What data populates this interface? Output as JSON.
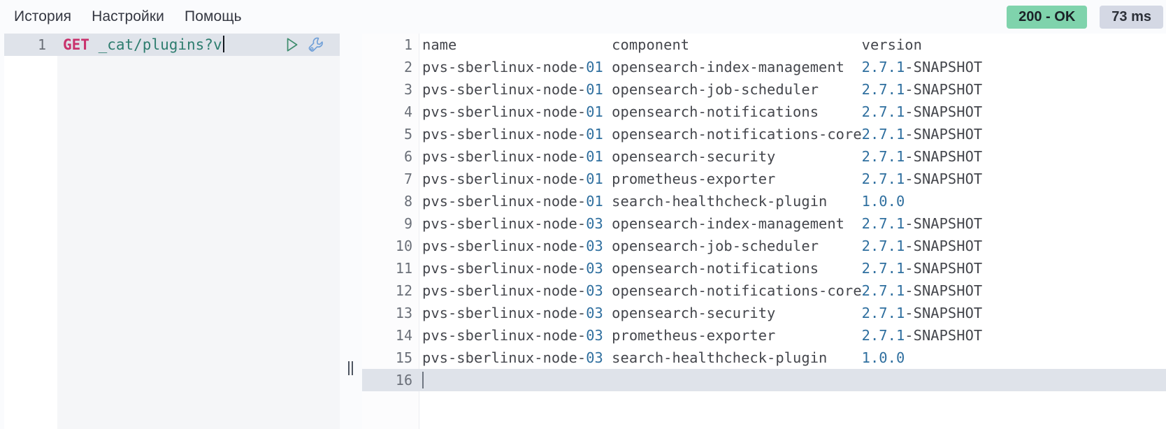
{
  "menu": {
    "items": [
      {
        "label": "История",
        "name": "menu-history"
      },
      {
        "label": "Настройки",
        "name": "menu-settings"
      },
      {
        "label": "Помощь",
        "name": "menu-help"
      }
    ]
  },
  "status": {
    "response_code": "200 - OK",
    "duration": "73 ms",
    "ok_color": "#7fd3ac",
    "time_color": "#d4d8e4"
  },
  "request_editor": {
    "line_number": "1",
    "method": "GET",
    "path": " _cat/plugins?v",
    "icons": {
      "play": "play-icon",
      "wrench": "wrench-icon"
    }
  },
  "response": {
    "columns": [
      "name",
      "component",
      "version"
    ],
    "rows": [
      {
        "n": "1",
        "name": "name",
        "component": "component",
        "version": "version"
      },
      {
        "n": "2",
        "name": "pvs-sberlinux-node-01",
        "component": "opensearch-index-management",
        "version": "2.7.1-SNAPSHOT"
      },
      {
        "n": "3",
        "name": "pvs-sberlinux-node-01",
        "component": "opensearch-job-scheduler",
        "version": "2.7.1-SNAPSHOT"
      },
      {
        "n": "4",
        "name": "pvs-sberlinux-node-01",
        "component": "opensearch-notifications",
        "version": "2.7.1-SNAPSHOT"
      },
      {
        "n": "5",
        "name": "pvs-sberlinux-node-01",
        "component": "opensearch-notifications-core",
        "version": "2.7.1-SNAPSHOT"
      },
      {
        "n": "6",
        "name": "pvs-sberlinux-node-01",
        "component": "opensearch-security",
        "version": "2.7.1-SNAPSHOT"
      },
      {
        "n": "7",
        "name": "pvs-sberlinux-node-01",
        "component": "prometheus-exporter",
        "version": "2.7.1-SNAPSHOT"
      },
      {
        "n": "8",
        "name": "pvs-sberlinux-node-01",
        "component": "search-healthcheck-plugin",
        "version": "1.0.0"
      },
      {
        "n": "9",
        "name": "pvs-sberlinux-node-03",
        "component": "opensearch-index-management",
        "version": "2.7.1-SNAPSHOT"
      },
      {
        "n": "10",
        "name": "pvs-sberlinux-node-03",
        "component": "opensearch-job-scheduler",
        "version": "2.7.1-SNAPSHOT"
      },
      {
        "n": "11",
        "name": "pvs-sberlinux-node-03",
        "component": "opensearch-notifications",
        "version": "2.7.1-SNAPSHOT"
      },
      {
        "n": "12",
        "name": "pvs-sberlinux-node-03",
        "component": "opensearch-notifications-core",
        "version": "2.7.1-SNAPSHOT"
      },
      {
        "n": "13",
        "name": "pvs-sberlinux-node-03",
        "component": "opensearch-security",
        "version": "2.7.1-SNAPSHOT"
      },
      {
        "n": "14",
        "name": "pvs-sberlinux-node-03",
        "component": "prometheus-exporter",
        "version": "2.7.1-SNAPSHOT"
      },
      {
        "n": "15",
        "name": "pvs-sberlinux-node-03",
        "component": "search-healthcheck-plugin",
        "version": "1.0.0"
      },
      {
        "n": "16",
        "name": "",
        "component": "",
        "version": ""
      }
    ],
    "layout": {
      "name_col": 0,
      "component_col": 22,
      "version_col": 51
    },
    "active_line": "16"
  }
}
